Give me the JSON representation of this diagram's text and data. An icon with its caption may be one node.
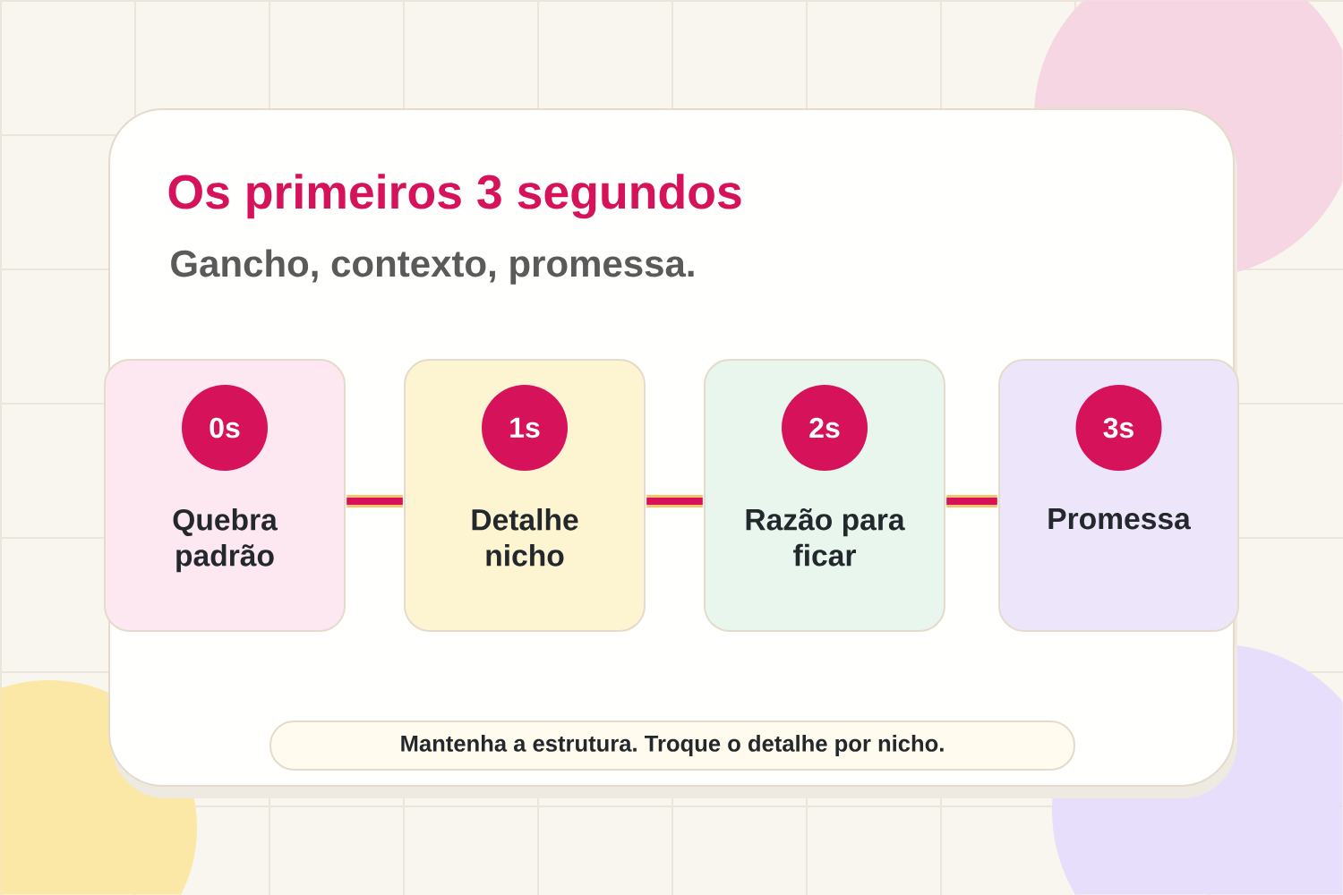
{
  "diagram": {
    "title": "Os primeiros 3 segundos",
    "nodes": [
      {
        "text": [
          "Quebra padrão"
        ]
      },
      {
        "text": [
          "0s"
        ],
        "in": 0
      },
      {
        "text": [
          "Detalhe nicho"
        ]
      },
      {
        "text": [
          "1s"
        ],
        "in": 2
      },
      {
        "text": [
          "Razão para ficar"
        ]
      },
      {
        "text": [
          "2s"
        ],
        "in": 4
      },
      {
        "text": [
          "Promessa"
        ]
      },
      {
        "text": [
          "3s"
        ],
        "in": 6
      },
      {
        "text": [
          "Mantenha a estrutura. Troque o detalhe por nicho."
        ]
      }
    ],
    "edges": [
      {
        "from": 0,
        "to": 2,
        "arrow": "none"
      },
      {
        "from": 2,
        "to": 4,
        "arrow": "none"
      },
      {
        "from": 4,
        "to": 6,
        "arrow": "none"
      }
    ],
    "labels": [
      "Gancho, contexto, promessa."
    ]
  }
}
